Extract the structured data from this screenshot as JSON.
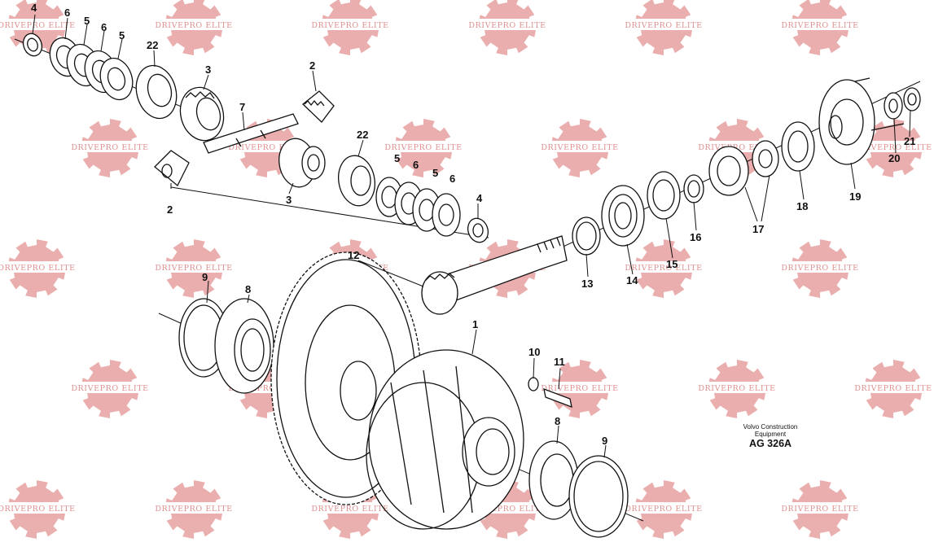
{
  "watermark": {
    "text": "DRIVEPRO ELITE",
    "color": "#e39494"
  },
  "caption": {
    "line1": "Volvo Construction",
    "line2": "Equipment",
    "code": "AG 326A"
  },
  "part_labels": [
    {
      "id": "label-4a",
      "text": "4"
    },
    {
      "id": "label-6a",
      "text": "6"
    },
    {
      "id": "label-5a",
      "text": "5"
    },
    {
      "id": "label-6b",
      "text": "6"
    },
    {
      "id": "label-5b",
      "text": "5"
    },
    {
      "id": "label-22a",
      "text": "22"
    },
    {
      "id": "label-3a",
      "text": "3"
    },
    {
      "id": "label-2a",
      "text": "2"
    },
    {
      "id": "label-7",
      "text": "7"
    },
    {
      "id": "label-2b",
      "text": "2"
    },
    {
      "id": "label-3b",
      "text": "3"
    },
    {
      "id": "label-22b",
      "text": "22"
    },
    {
      "id": "label-5c",
      "text": "5"
    },
    {
      "id": "label-6c",
      "text": "6"
    },
    {
      "id": "label-5d",
      "text": "5"
    },
    {
      "id": "label-6d",
      "text": "6"
    },
    {
      "id": "label-4b",
      "text": "4"
    },
    {
      "id": "label-12",
      "text": "12"
    },
    {
      "id": "label-13",
      "text": "13"
    },
    {
      "id": "label-14",
      "text": "14"
    },
    {
      "id": "label-15",
      "text": "15"
    },
    {
      "id": "label-16",
      "text": "16"
    },
    {
      "id": "label-17",
      "text": "17"
    },
    {
      "id": "label-18",
      "text": "18"
    },
    {
      "id": "label-19",
      "text": "19"
    },
    {
      "id": "label-20",
      "text": "20"
    },
    {
      "id": "label-21",
      "text": "21"
    },
    {
      "id": "label-9a",
      "text": "9"
    },
    {
      "id": "label-8a",
      "text": "8"
    },
    {
      "id": "label-1",
      "text": "1"
    },
    {
      "id": "label-10",
      "text": "10"
    },
    {
      "id": "label-11",
      "text": "11"
    },
    {
      "id": "label-8b",
      "text": "8"
    },
    {
      "id": "label-9b",
      "text": "9"
    }
  ]
}
